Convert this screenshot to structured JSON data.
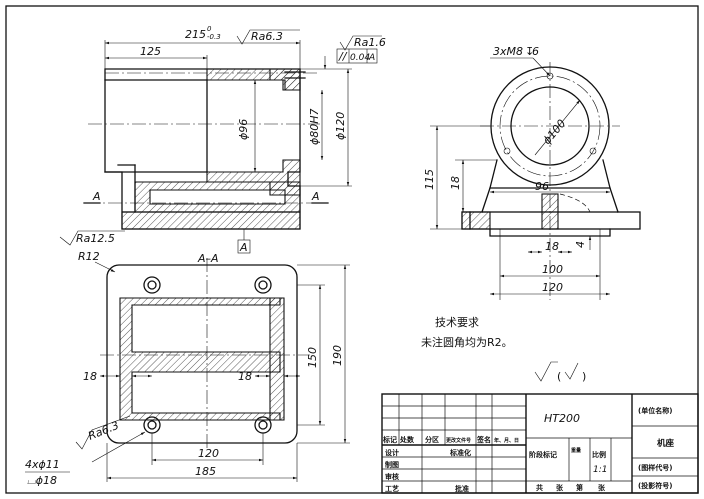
{
  "section_view": {
    "length_dim": "215",
    "length_tol_upper": "0",
    "length_tol_lower": "-0.3",
    "roughness_top": "Ra6.3",
    "inner_length": "125",
    "roughness_right": "Ra1.6",
    "parallelism": "//",
    "parallelism_value": "0.04",
    "datum": "A",
    "bore_96": "ϕ96",
    "bore_80": "ϕ80H7",
    "outer_120": "ϕ120",
    "cut_left": "A",
    "cut_right": "A",
    "roughness_base": "Ra12.5"
  },
  "side_view": {
    "holes": "3xM8",
    "depth_symbol": "↧",
    "hole_depth": "6",
    "bore": "ϕ100",
    "center_height": "115",
    "base_thickness": "18",
    "rib_width": "96",
    "slot_width": "18",
    "foot_height": "4",
    "mount_span": "100",
    "base_length": "120"
  },
  "plan_view": {
    "section_label": "A–A",
    "corner_radius": "R12",
    "web_left": "18",
    "web_right": "18",
    "hole_span": "120",
    "overall_length": "185",
    "inner_span": "150",
    "overall_width": "190",
    "roughness": "Ra6.3",
    "holes": "4xϕ11",
    "counterbore": "⌴ϕ18"
  },
  "notes": {
    "heading": "技术要求",
    "line1": "未注圆角均为R2。"
  },
  "title_block": {
    "material": "HT200",
    "unit_name": "(单位名称)",
    "part_name": "机座",
    "drawing_no": "(图样代号)",
    "storage_no": "(投影符号)",
    "mark_count": "标记",
    "count": "处数",
    "zone": "分区",
    "change_doc": "更改文件号",
    "signature": "签名",
    "date": "年、月、日",
    "design": "设计",
    "standard": "标准化",
    "drafting": "制图",
    "check": "审核",
    "craft": "工艺",
    "approve": "批准",
    "stage_mark": "阶段标记",
    "weight": "重量",
    "scale_label": "比例",
    "scale": "1:1",
    "sheet_total": "共",
    "sheet_unit": "张",
    "sheet_no": "第",
    "sheet_unit2": "张"
  }
}
